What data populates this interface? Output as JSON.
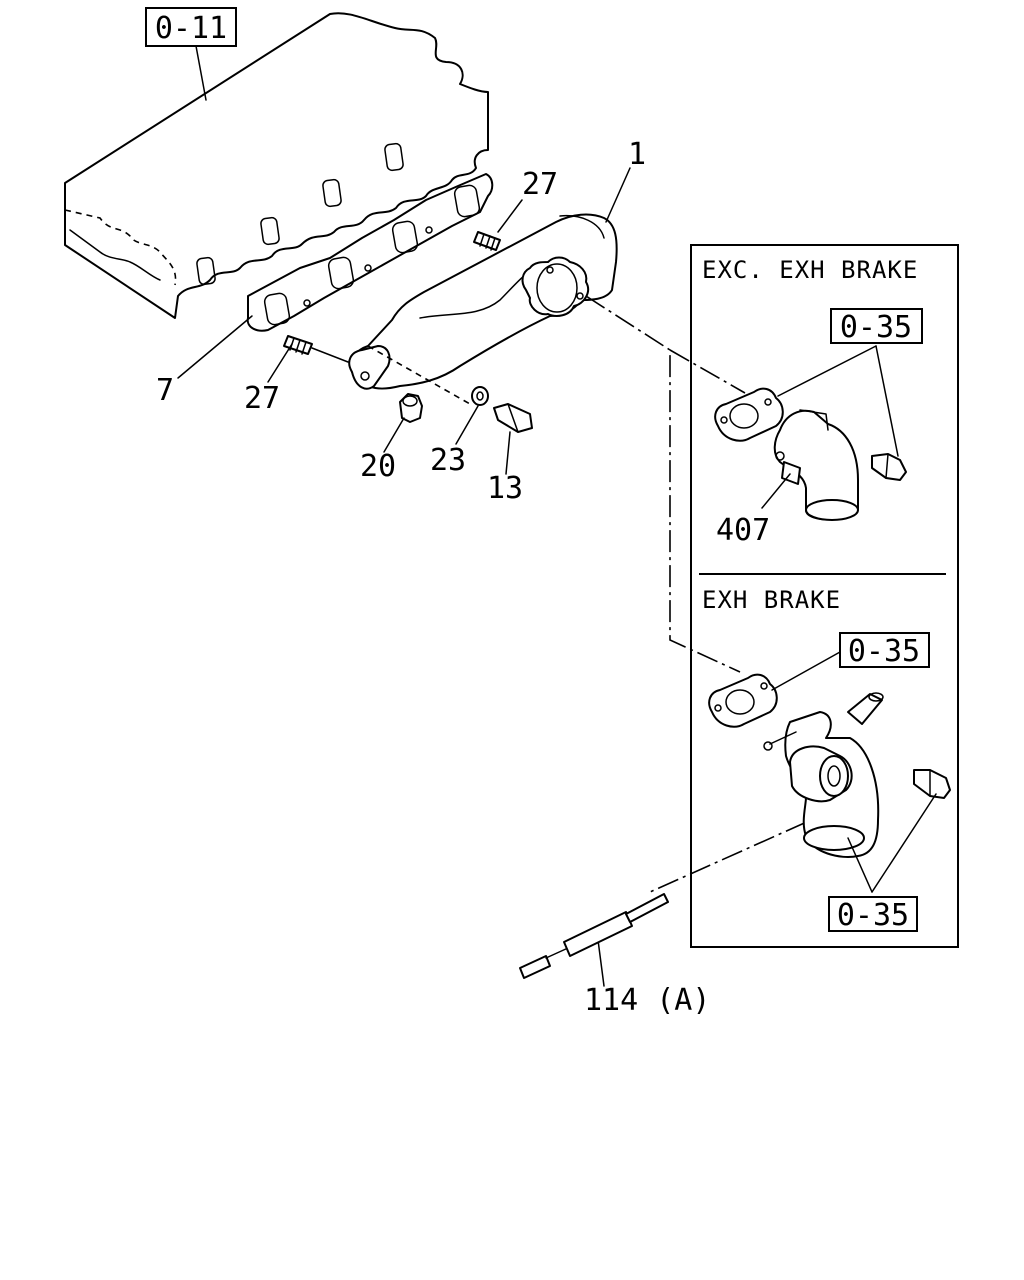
{
  "refs": {
    "cyl_head": "0-11",
    "exc_top": "0-35",
    "exh_mid": "0-35",
    "exh_bottom": "0-35"
  },
  "callouts": {
    "manifold": "1",
    "gasket": "7",
    "stud_upper": "27",
    "stud_lower": "27",
    "nut": "20",
    "washer": "23",
    "bolt": "13",
    "pipe_exc": "407",
    "cable": "114 (A)"
  },
  "panels": {
    "exc_exh_brake": "EXC. EXH BRAKE",
    "exh_brake": "EXH BRAKE"
  }
}
